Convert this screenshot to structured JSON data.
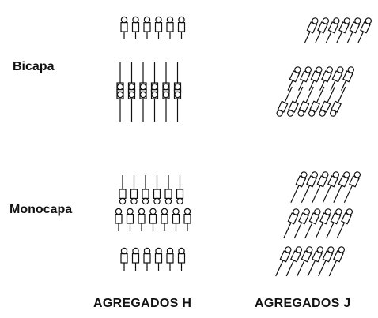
{
  "labels": {
    "bicapa": "Bicapa",
    "monocapa": "Monocapa",
    "agregados_h": "AGREGADOS H",
    "agregados_j": "AGREGADOS J"
  }
}
